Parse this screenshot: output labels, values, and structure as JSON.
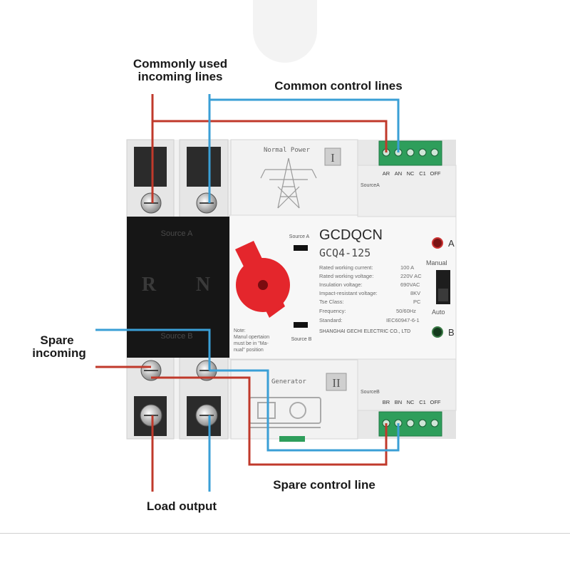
{
  "callouts": {
    "common_incoming_line1": "Commonly used",
    "common_incoming_line2": "incoming lines",
    "common_control": "Common control lines",
    "spare_incoming_line1": "Spare",
    "spare_incoming_line2": "incoming",
    "spare_control": "Spare control line",
    "load_output": "Load output"
  },
  "device": {
    "brand": "GCDQCN",
    "model": "GCQ4-125",
    "normal_power": "Normal Power",
    "generator": "Generator",
    "roman_1": "I",
    "roman_2": "II",
    "source_a_panel": "Source A",
    "source_b_panel": "Source B",
    "source_a_small": "Source A",
    "source_b_small": "Source B",
    "phase_r": "R",
    "phase_n": "N",
    "indicator_a": "A",
    "indicator_b": "B",
    "manual": "Manual",
    "auto": "Auto",
    "terminal_top_label": "SourceA",
    "terminal_bottom_label": "SourceB",
    "terminals_top": [
      "AR",
      "AN",
      "NC",
      "C1",
      "OFF"
    ],
    "terminals_bottom": [
      "BR",
      "BN",
      "NC",
      "C1",
      "OFF"
    ],
    "note": [
      "Note:",
      "Manul opertaion",
      "must be in \"Ma-",
      "nual\" position"
    ],
    "specs": [
      {
        "label": "Rated working current:",
        "value": "100   A"
      },
      {
        "label": "Rated working voltage:",
        "value": "220V AC"
      },
      {
        "label": "Insulation voltage:",
        "value": "690VAC"
      },
      {
        "label": "Impact-resistant voltage:",
        "value": "8KV"
      },
      {
        "label": "Tse Class:",
        "value": "PC"
      },
      {
        "label": "Frequency:",
        "value": "50/60Hz"
      },
      {
        "label": "Standard:",
        "value": "IEC60947-6-1"
      }
    ],
    "manufacturer": "SHANGHAI GECHI ELECTRIC CO., LTD"
  },
  "colors": {
    "red_wire": "#c0392b",
    "blue_wire": "#3a9fd6",
    "terminal_green": "#2e9e5b",
    "knob_red": "#e4262c",
    "device_body": "#ececec",
    "front_panel": "#161616"
  }
}
